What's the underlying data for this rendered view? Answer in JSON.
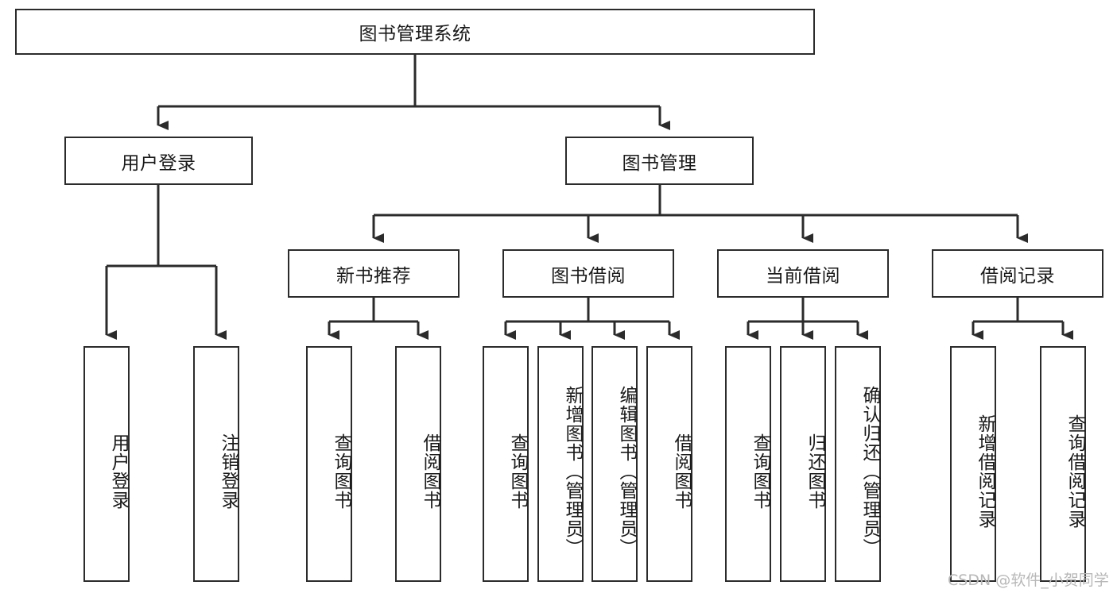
{
  "diagram": {
    "type": "tree-hierarchy-chart",
    "title": "图书管理系统",
    "watermark": "CSDN @软件_小贺同学",
    "colors": {
      "box_border": "#2b2b2b",
      "box_fill": "#ffffff",
      "line": "#2b2b2b",
      "text": "#1a1a1a",
      "watermark": "#b8b8b8",
      "background": "#ffffff"
    },
    "nodes": {
      "root": {
        "label": "图书管理系统"
      },
      "level2": [
        {
          "id": "user-login",
          "label": "用户登录"
        },
        {
          "id": "book-manage",
          "label": "图书管理"
        }
      ],
      "level3": [
        {
          "id": "new-book-recommend",
          "label": "新书推荐"
        },
        {
          "id": "book-borrow",
          "label": "图书借阅"
        },
        {
          "id": "current-borrow",
          "label": "当前借阅"
        },
        {
          "id": "borrow-record",
          "label": "借阅记录"
        }
      ],
      "leaves": {
        "user-login": [
          {
            "id": "leaf-user-login",
            "label": "用户登录"
          },
          {
            "id": "leaf-logout",
            "label": "注销登录"
          }
        ],
        "new-book-recommend": [
          {
            "id": "leaf-query-book-1",
            "label": "查询图书"
          },
          {
            "id": "leaf-borrow-book-1",
            "label": "借阅图书"
          }
        ],
        "book-borrow": [
          {
            "id": "leaf-query-book-2",
            "label": "查询图书"
          },
          {
            "id": "leaf-add-book",
            "label": "新增图书（管理员）"
          },
          {
            "id": "leaf-edit-book",
            "label": "编辑图书（管理员）"
          },
          {
            "id": "leaf-borrow-book-2",
            "label": "借阅图书"
          }
        ],
        "current-borrow": [
          {
            "id": "leaf-query-book-3",
            "label": "查询图书"
          },
          {
            "id": "leaf-return-book",
            "label": "归还图书"
          },
          {
            "id": "leaf-confirm-return",
            "label": "确认归还（管理员）"
          }
        ],
        "borrow-record": [
          {
            "id": "leaf-add-record",
            "label": "新增借阅记录"
          },
          {
            "id": "leaf-query-record",
            "label": "查询借阅记录"
          }
        ]
      }
    }
  }
}
